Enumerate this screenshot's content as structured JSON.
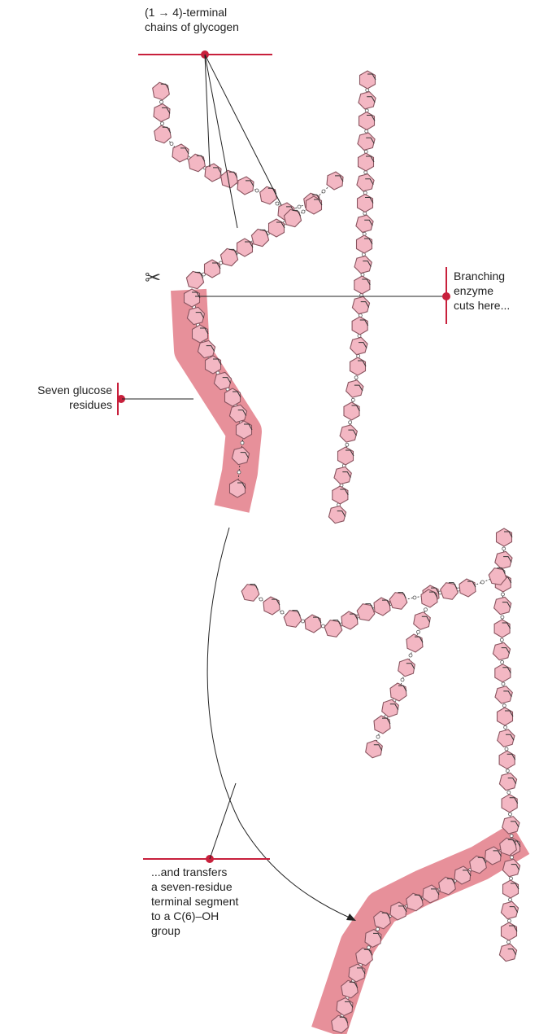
{
  "labels": {
    "terminal_chains": "(1 → 4)-terminal\nchains of glycogen",
    "branching_enzyme": "Branching\nenzyme\ncuts here...",
    "seven_glucose": "Seven glucose\nresidues",
    "transfers": "...and transfers\na seven-residue\nterminal segment\nto a C(6)–OH\ngroup"
  },
  "colors": {
    "residue_fill": "#f3b7c3",
    "residue_stroke": "#8a5560",
    "band": "#e4848f",
    "accent": "#c8203c",
    "line": "#222222"
  },
  "icons": {
    "scissors": "scissors-icon"
  }
}
